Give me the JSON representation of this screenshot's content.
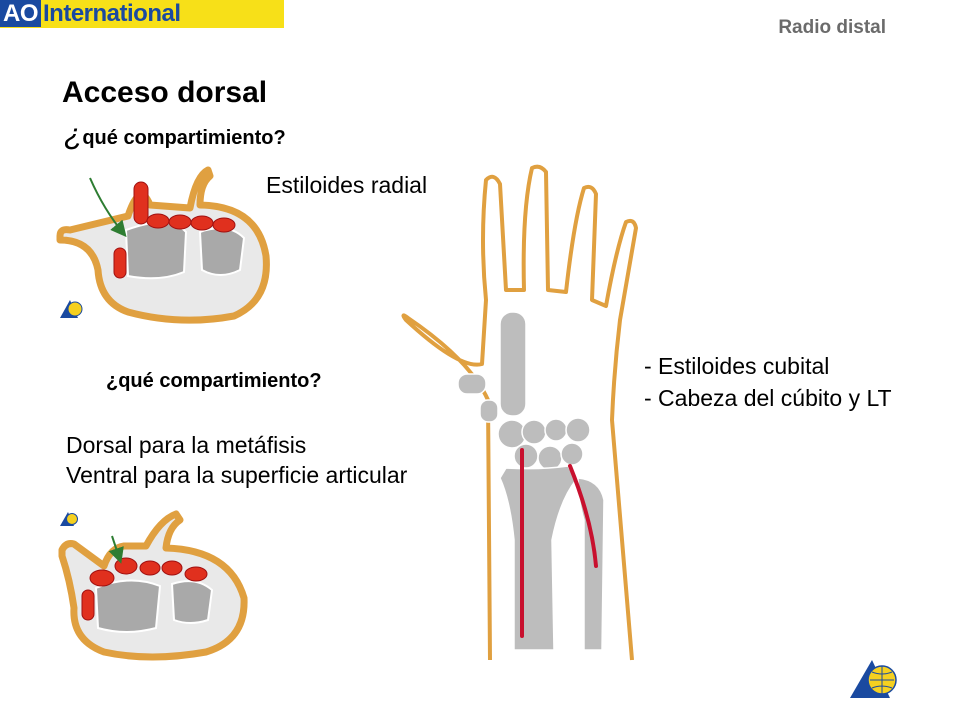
{
  "header": {
    "logo_ao": "AO",
    "logo_international": "International",
    "section": "Radio distal"
  },
  "slide": {
    "title": "Acceso dorsal",
    "question_top_mark": "¿",
    "question_top_text": "qué compartimiento?",
    "label_top_right": "Estiloides radial",
    "question_middle": "¿qué compartimiento?",
    "dorsal_lines": [
      "Dorsal para la metáfisis",
      "Ventral para la superficie articular"
    ],
    "ulnar_lines": [
      "- Estiloides cubital",
      "- Cabeza del cúbito y LT"
    ]
  },
  "colors": {
    "banner_yellow": "#f7e018",
    "logo_blue": "#1a4aa0",
    "skin_orange": "#e0a040",
    "compartment_red": "#e0301e",
    "bone_gray": "#b8b8b8",
    "incision_red": "#c8102e",
    "arrow_green": "#2e7d32"
  },
  "icons": [
    "ao-triangle-globe-icon"
  ]
}
